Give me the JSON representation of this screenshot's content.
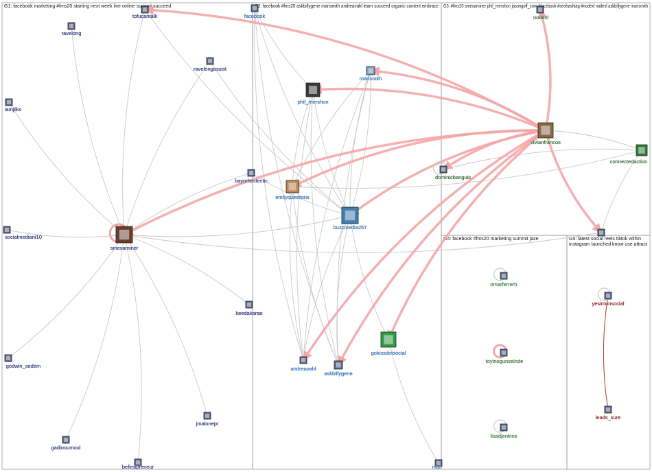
{
  "colors": {
    "background": "#ffffff",
    "box_border": "#9a9a9a",
    "edge_gray": "#c8c8c8",
    "edge_red": "#f4a6a6",
    "label_shadow": "#cfcfcf"
  },
  "groups": [
    {
      "id": "G1",
      "title": "G1: facebook marketing #fms20 starting next week live online summit succeed",
      "label_color": "#1a237e"
    },
    {
      "id": "G2",
      "title": "G2: facebook #fms20 askbillygene marismith andreavahl learn succeed organic content embrace",
      "label_color": "#1565c0"
    },
    {
      "id": "G3",
      "title": "G3: #fms20 smexaminer phil_mershon jasongoff_com #facebook #seohashtag #nodexl nodexl askbillygene marismith",
      "label_color": "#1b5e20"
    },
    {
      "id": "G4",
      "title": "G4: facebook #fms20 marketing summit jaze",
      "label_color": "#2e7d32"
    },
    {
      "id": "G5",
      "title": "G5: latest social reels tiktok within instagram launched know use attract",
      "label_color": "#8b0000"
    }
  ],
  "nodes": [
    {
      "id": "tofucantalk",
      "label": "tofucantalk",
      "group": "G1",
      "icon": "avatar-icon"
    },
    {
      "id": "ravelong",
      "label": "ravelong",
      "group": "G1",
      "icon": "avatar-icon"
    },
    {
      "id": "ravelongassist",
      "label": "ravelongassist",
      "group": "G1",
      "icon": "avatar-icon"
    },
    {
      "id": "iamjilks",
      "label": "iamjilks",
      "group": "G1",
      "icon": "avatar-icon"
    },
    {
      "id": "bayorheclectic",
      "label": "bayorheclectic",
      "group": "G1",
      "icon": "avatar-icon"
    },
    {
      "id": "socialmediani10",
      "label": "socialmediani10",
      "group": "G1",
      "icon": "avatar-icon"
    },
    {
      "id": "smexaminer",
      "label": "smexaminer",
      "group": "G1",
      "icon": "avatar-icon"
    },
    {
      "id": "keedakarao",
      "label": "keedakarao",
      "group": "G1",
      "icon": "avatar-icon"
    },
    {
      "id": "godwin_sedem",
      "label": "godwin_sedem",
      "group": "G1",
      "icon": "avatar-icon"
    },
    {
      "id": "jmalonepr",
      "label": "jmalonepr",
      "group": "G1",
      "icon": "avatar-icon"
    },
    {
      "id": "gadiooumoul",
      "label": "gadiooumoul",
      "group": "G1",
      "icon": "avatar-icon"
    },
    {
      "id": "befirstpreneur",
      "label": "befirstpreneur",
      "group": "G1",
      "icon": "avatar-icon"
    },
    {
      "id": "facebook",
      "label": "facebook",
      "group": "G2",
      "icon": "avatar-icon"
    },
    {
      "id": "marismith",
      "label": "marismith",
      "group": "G2",
      "icon": "avatar-icon"
    },
    {
      "id": "phil_mershon",
      "label": "phil_mershon",
      "group": "G2",
      "icon": "avatar-icon"
    },
    {
      "id": "emilyquestions",
      "label": "emilyquestions",
      "group": "G2",
      "icon": "avatar-icon"
    },
    {
      "id": "buzzmedia257",
      "label": "buzzmedia257",
      "group": "G2",
      "icon": "avatar-icon"
    },
    {
      "id": "gokissdotsocial",
      "label": "gokissdotsocial",
      "group": "G2",
      "icon": "avatar-icon"
    },
    {
      "id": "andreavahl",
      "label": "andreavahl",
      "group": "G2",
      "icon": "avatar-icon"
    },
    {
      "id": "askbillygene",
      "label": "askbillygene",
      "group": "G2",
      "icon": "avatar-icon"
    },
    {
      "id": "mar",
      "label": "mar",
      "group": "G2",
      "icon": "avatar-icon"
    },
    {
      "id": "nodexl",
      "label": "nodexl",
      "group": "G3",
      "icon": "avatar-icon"
    },
    {
      "id": "vivianfrancos",
      "label": "vivianfrancos",
      "group": "G3",
      "icon": "avatar-icon"
    },
    {
      "id": "connectedaction",
      "label": "connectedaction",
      "group": "G3",
      "icon": "avatar-icon"
    },
    {
      "id": "dominicbanguis",
      "label": "dominicbanguis",
      "group": "G3",
      "icon": "avatar-icon"
    },
    {
      "id": "g3hidden",
      "label": "",
      "group": "G3",
      "icon": "avatar-icon"
    },
    {
      "id": "omarferrerh",
      "label": "omarferrerh",
      "group": "G4",
      "icon": "avatar-icon"
    },
    {
      "id": "toyinogunseinde",
      "label": "toyinogunseinde",
      "group": "G4",
      "icon": "avatar-icon"
    },
    {
      "id": "lisadjenkins",
      "label": "lisadjenkins",
      "group": "G4",
      "icon": "avatar-icon"
    },
    {
      "id": "yesimonsocial",
      "label": "yesimonsocial",
      "group": "G5",
      "icon": "avatar-icon"
    },
    {
      "id": "leads_sure",
      "label": "leads_sure",
      "group": "G5",
      "icon": "avatar-icon"
    }
  ],
  "edges": [
    [
      "tofucantalk",
      "smexaminer",
      "gray"
    ],
    [
      "ravelong",
      "smexaminer",
      "gray"
    ],
    [
      "ravelongassist",
      "smexaminer",
      "gray"
    ],
    [
      "iamjilks",
      "smexaminer",
      "gray"
    ],
    [
      "bayorheclectic",
      "smexaminer",
      "gray"
    ],
    [
      "socialmediani10",
      "smexaminer",
      "gray"
    ],
    [
      "keedakarao",
      "smexaminer",
      "gray"
    ],
    [
      "godwin_sedem",
      "smexaminer",
      "gray"
    ],
    [
      "jmalonepr",
      "smexaminer",
      "gray"
    ],
    [
      "gadiooumoul",
      "smexaminer",
      "gray"
    ],
    [
      "befirstpreneur",
      "smexaminer",
      "gray"
    ],
    [
      "tofucantalk",
      "buzzmedia257",
      "gray"
    ],
    [
      "ravelongassist",
      "buzzmedia257",
      "gray"
    ],
    [
      "smexaminer",
      "buzzmedia257",
      "gray"
    ],
    [
      "smexaminer",
      "g3hidden",
      "gray"
    ],
    [
      "bayorheclectic",
      "buzzmedia257",
      "gray"
    ],
    [
      "facebook",
      "andreavahl",
      "gray"
    ],
    [
      "facebook",
      "askbillygene",
      "gray"
    ],
    [
      "facebook",
      "buzzmedia257",
      "gray"
    ],
    [
      "facebook",
      "phil_mershon",
      "gray"
    ],
    [
      "marismith",
      "emilyquestions",
      "gray"
    ],
    [
      "marismith",
      "andreavahl",
      "gray"
    ],
    [
      "marismith",
      "askbillygene",
      "gray"
    ],
    [
      "marismith",
      "buzzmedia257",
      "gray"
    ],
    [
      "phil_mershon",
      "andreavahl",
      "gray"
    ],
    [
      "phil_mershon",
      "askbillygene",
      "gray"
    ],
    [
      "phil_mershon",
      "emilyquestions",
      "gray"
    ],
    [
      "phil_mershon",
      "buzzmedia257",
      "gray"
    ],
    [
      "emilyquestions",
      "andreavahl",
      "gray"
    ],
    [
      "emilyquestions",
      "askbillygene",
      "gray"
    ],
    [
      "buzzmedia257",
      "andreavahl",
      "gray"
    ],
    [
      "buzzmedia257",
      "askbillygene",
      "gray"
    ],
    [
      "buzzmedia257",
      "gokissdotsocial",
      "gray"
    ],
    [
      "gokissdotsocial",
      "mar",
      "gray"
    ],
    [
      "connectedaction",
      "vivianfrancos",
      "gray"
    ],
    [
      "connectedaction",
      "dominicbanguis",
      "gray"
    ],
    [
      "connectedaction",
      "g3hidden",
      "gray"
    ],
    [
      "emilyquestions",
      "connectedaction",
      "gray"
    ],
    [
      "buzzmedia257",
      "marismith",
      "gray"
    ],
    [
      "vivianfrancos",
      "tofucantalk",
      "red"
    ],
    [
      "vivianfrancos",
      "smexaminer",
      "red"
    ],
    [
      "vivianfrancos",
      "phil_mershon",
      "red"
    ],
    [
      "vivianfrancos",
      "marismith",
      "red"
    ],
    [
      "vivianfrancos",
      "emilyquestions",
      "red"
    ],
    [
      "vivianfrancos",
      "buzzmedia257",
      "red"
    ],
    [
      "vivianfrancos",
      "andreavahl",
      "red"
    ],
    [
      "vivianfrancos",
      "askbillygene",
      "red"
    ],
    [
      "vivianfrancos",
      "gokissdotsocial",
      "red"
    ],
    [
      "vivianfrancos",
      "nodexl",
      "red"
    ],
    [
      "vivianfrancos",
      "dominicbanguis",
      "red"
    ],
    [
      "vivianfrancos",
      "g3hidden",
      "red"
    ],
    [
      "yesimonsocial",
      "leads_sure",
      "darkred"
    ]
  ],
  "self_loops": [
    {
      "node": "smexaminer",
      "color": "red"
    },
    {
      "node": "dominicbanguis",
      "color": "gray"
    },
    {
      "node": "omarferrerh",
      "color": "gray"
    },
    {
      "node": "toyinogunseinde",
      "color": "red"
    },
    {
      "node": "lisadjenkins",
      "color": "gray"
    },
    {
      "node": "yesimonsocial",
      "color": "gray"
    }
  ]
}
